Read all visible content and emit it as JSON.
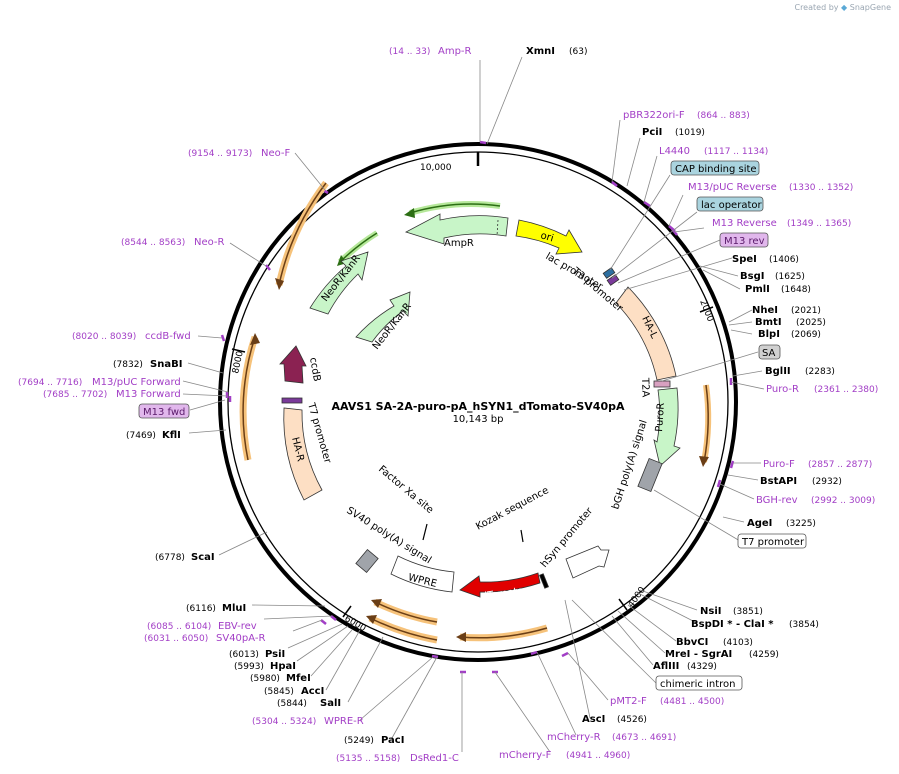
{
  "brand": {
    "created_by": "Created by",
    "app": "SnapGene"
  },
  "plasmid": {
    "name": "AAVS1 SA-2A-puro-pA_hSYN1_dTomato-SV40pA",
    "size": "10,143 bp"
  },
  "colors": {
    "primer": "#a23ec6",
    "backbone": "#000000",
    "ampr": "#c8f5c8",
    "ori": "#ffff00",
    "homology_arm": "#fddfc4",
    "dtomato": "#e00000",
    "ccdb": "#8b2252",
    "polya": "#a0a4aa",
    "misc_blue": "#2d6fa0",
    "orf_orange": "#e09a3a",
    "orf_green": "#3a8a1a"
  },
  "ticks": [
    "10,000",
    "2000",
    "4000",
    "6000",
    "8000"
  ],
  "features": {
    "inner": [
      {
        "label": "AmpR",
        "icon": "arrow-feature"
      },
      {
        "label": "ori",
        "icon": "arrow-feature"
      },
      {
        "label": "NeoR/KanR",
        "icon": "arrow-feature"
      },
      {
        "label": "NeoR/KanR",
        "icon": "arrow-feature"
      },
      {
        "label": "ccdB",
        "icon": "arrow-feature"
      },
      {
        "label": "HA-L",
        "icon": "box-feature"
      },
      {
        "label": "HA-R",
        "icon": "box-feature"
      },
      {
        "label": "PuroR",
        "icon": "arrow-feature"
      },
      {
        "label": "dTomato",
        "icon": "arrow-feature"
      },
      {
        "label": "WPRE",
        "icon": "box-feature"
      }
    ],
    "text": [
      {
        "label": "lac promoter"
      },
      {
        "label": "T3 promoter"
      },
      {
        "label": "T2A"
      },
      {
        "label": "bGH poly(A) signal"
      },
      {
        "label": "hSyn promoter"
      },
      {
        "label": "Kozak sequence"
      },
      {
        "label": "Factor Xa site"
      },
      {
        "label": "SV40 poly(A) signal"
      },
      {
        "label": "T7 promoter"
      }
    ]
  },
  "boxed_labels": [
    {
      "label": "CAP binding site",
      "style": "teal"
    },
    {
      "label": "lac operator",
      "style": "teal"
    },
    {
      "label": "M13 rev",
      "style": "purple"
    },
    {
      "label": "SA",
      "style": "gray"
    },
    {
      "label": "T7 promoter",
      "style": "white"
    },
    {
      "label": "chimeric intron",
      "style": "white"
    },
    {
      "label": "M13 fwd",
      "style": "purple"
    }
  ],
  "enzymes": [
    {
      "name": "XmnI",
      "pos": "(63)"
    },
    {
      "name": "PciI",
      "pos": "(1019)"
    },
    {
      "name": "SpeI",
      "pos": "(1406)"
    },
    {
      "name": "BsgI",
      "pos": "(1625)"
    },
    {
      "name": "PmlI",
      "pos": "(1648)"
    },
    {
      "name": "NheI",
      "pos": "(2021)"
    },
    {
      "name": "BmtI",
      "pos": "(2025)"
    },
    {
      "name": "BlpI",
      "pos": "(2069)"
    },
    {
      "name": "BglII",
      "pos": "(2283)"
    },
    {
      "name": "BstAPI",
      "pos": "(2932)"
    },
    {
      "name": "AgeI",
      "pos": "(3225)"
    },
    {
      "name": "NsiI",
      "pos": "(3851)"
    },
    {
      "name": "BspDI *  - ClaI *",
      "pos": "(3854)"
    },
    {
      "name": "BbvCI",
      "pos": "(4103)"
    },
    {
      "name": "MreI  - SgrAI",
      "pos": "(4259)"
    },
    {
      "name": "AflIII",
      "pos": "(4329)"
    },
    {
      "name": "AscI",
      "pos": "(4526)"
    },
    {
      "name": "PacI",
      "pos": "(5249)"
    },
    {
      "name": "SalI",
      "pos": "(5844)"
    },
    {
      "name": "AccI",
      "pos": "(5845)"
    },
    {
      "name": "MfeI",
      "pos": "(5980)"
    },
    {
      "name": "HpaI",
      "pos": "(5993)"
    },
    {
      "name": "PsiI",
      "pos": "(6013)"
    },
    {
      "name": "MluI",
      "pos": "(6116)"
    },
    {
      "name": "ScaI",
      "pos": "(6778)"
    },
    {
      "name": "KflI",
      "pos": "(7469)"
    },
    {
      "name": "SnaBI",
      "pos": "(7832)"
    }
  ],
  "primers": [
    {
      "name": "Amp-R",
      "pos": "(14 .. 33)"
    },
    {
      "name": "pBR322ori-F",
      "pos": "(864 .. 883)"
    },
    {
      "name": "L4440",
      "pos": "(1117 .. 1134)"
    },
    {
      "name": "M13/pUC Reverse",
      "pos": "(1330 .. 1352)"
    },
    {
      "name": "M13 Reverse",
      "pos": "(1349 .. 1365)"
    },
    {
      "name": "Puro-R",
      "pos": "(2361 .. 2380)"
    },
    {
      "name": "Puro-F",
      "pos": "(2857 .. 2877)"
    },
    {
      "name": "BGH-rev",
      "pos": "(2992 .. 3009)"
    },
    {
      "name": "pMT2-F",
      "pos": "(4481 .. 4500)"
    },
    {
      "name": "mCherry-R",
      "pos": "(4673 .. 4691)"
    },
    {
      "name": "mCherry-F",
      "pos": "(4941 .. 4960)"
    },
    {
      "name": "DsRed1-C",
      "pos": "(5135 .. 5158)"
    },
    {
      "name": "WPRE-R",
      "pos": "(5304 .. 5324)"
    },
    {
      "name": "SV40pA-R",
      "pos": "(6031 .. 6050)"
    },
    {
      "name": "EBV-rev",
      "pos": "(6085 .. 6104)"
    },
    {
      "name": "M13 Forward",
      "pos": "(7685 .. 7702)"
    },
    {
      "name": "M13/pUC Forward",
      "pos": "(7694 .. 7716)"
    },
    {
      "name": "ccdB-fwd",
      "pos": "(8020 .. 8039)"
    },
    {
      "name": "Neo-R",
      "pos": "(8544 .. 8563)"
    },
    {
      "name": "Neo-F",
      "pos": "(9154 .. 9173)"
    }
  ]
}
